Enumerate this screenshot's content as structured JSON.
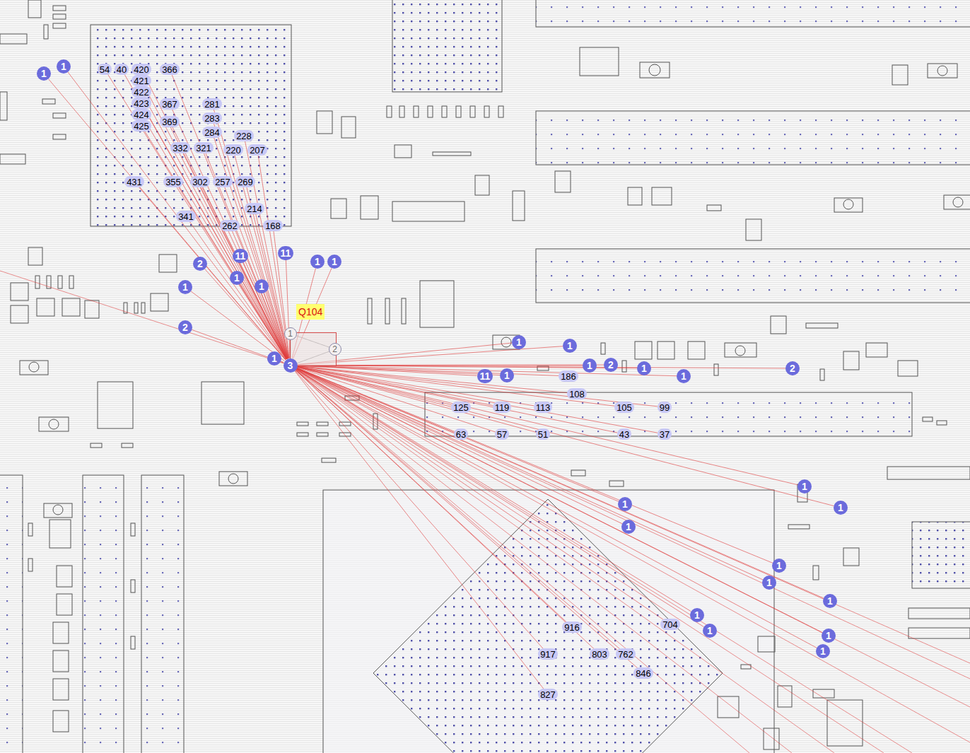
{
  "diagram": {
    "nodes": [
      {
        "text": [
          "Q104"
        ]
      },
      {
        "text": [
          "1"
        ],
        "in": 0
      },
      {
        "text": [
          "2"
        ],
        "in": 0
      },
      {
        "text": [
          "3"
        ],
        "in": 0
      },
      {
        "text": [
          "1"
        ]
      },
      {
        "text": [
          "1"
        ]
      },
      {
        "text": [
          "54"
        ]
      },
      {
        "text": [
          "40"
        ]
      },
      {
        "text": [
          "420"
        ]
      },
      {
        "text": [
          "366"
        ]
      },
      {
        "text": [
          "421"
        ]
      },
      {
        "text": [
          "422"
        ]
      },
      {
        "text": [
          "423"
        ]
      },
      {
        "text": [
          "424"
        ]
      },
      {
        "text": [
          "425"
        ]
      },
      {
        "text": [
          "367"
        ]
      },
      {
        "text": [
          "281"
        ]
      },
      {
        "text": [
          "283"
        ]
      },
      {
        "text": [
          "369"
        ]
      },
      {
        "text": [
          "284"
        ]
      },
      {
        "text": [
          "228"
        ]
      },
      {
        "text": [
          "332"
        ]
      },
      {
        "text": [
          "321"
        ]
      },
      {
        "text": [
          "220"
        ]
      },
      {
        "text": [
          "207"
        ]
      },
      {
        "text": [
          "431"
        ]
      },
      {
        "text": [
          "355"
        ]
      },
      {
        "text": [
          "302"
        ]
      },
      {
        "text": [
          "257"
        ]
      },
      {
        "text": [
          "269"
        ]
      },
      {
        "text": [
          "214"
        ]
      },
      {
        "text": [
          "341"
        ]
      },
      {
        "text": [
          "262"
        ]
      },
      {
        "text": [
          "168"
        ]
      },
      {
        "text": [
          "11"
        ]
      },
      {
        "text": [
          "11"
        ]
      },
      {
        "text": [
          "1"
        ]
      },
      {
        "text": [
          "1"
        ]
      },
      {
        "text": [
          "2"
        ]
      },
      {
        "text": [
          "1"
        ]
      },
      {
        "text": [
          "1"
        ]
      },
      {
        "text": [
          "1"
        ]
      },
      {
        "text": [
          "2"
        ]
      },
      {
        "text": [
          "1"
        ]
      },
      {
        "text": [
          "1"
        ]
      },
      {
        "text": [
          "1"
        ]
      },
      {
        "text": [
          "2"
        ]
      },
      {
        "text": [
          "1"
        ]
      },
      {
        "text": [
          "1"
        ]
      },
      {
        "text": [
          "2"
        ]
      },
      {
        "text": [
          "11"
        ]
      },
      {
        "text": [
          "1"
        ]
      },
      {
        "text": [
          "186"
        ]
      },
      {
        "text": [
          "1"
        ]
      },
      {
        "text": [
          "108"
        ]
      },
      {
        "text": [
          "125"
        ]
      },
      {
        "text": [
          "119"
        ]
      },
      {
        "text": [
          "113"
        ]
      },
      {
        "text": [
          "105"
        ]
      },
      {
        "text": [
          "99"
        ]
      },
      {
        "text": [
          "63"
        ]
      },
      {
        "text": [
          "57"
        ]
      },
      {
        "text": [
          "51"
        ]
      },
      {
        "text": [
          "43"
        ]
      },
      {
        "text": [
          "37"
        ]
      },
      {
        "text": [
          "1"
        ]
      },
      {
        "text": [
          "1"
        ]
      },
      {
        "text": [
          "1"
        ]
      },
      {
        "text": [
          "1"
        ]
      },
      {
        "text": [
          "1"
        ]
      },
      {
        "text": [
          "1"
        ]
      },
      {
        "text": [
          "1"
        ]
      },
      {
        "text": [
          "1"
        ]
      },
      {
        "text": [
          "704"
        ]
      },
      {
        "text": [
          "916"
        ]
      },
      {
        "text": [
          "1"
        ]
      },
      {
        "text": [
          "1"
        ]
      },
      {
        "text": [
          "1"
        ]
      },
      {
        "text": [
          "917"
        ]
      },
      {
        "text": [
          "803"
        ]
      },
      {
        "text": [
          "762"
        ]
      },
      {
        "text": [
          "846"
        ]
      },
      {
        "text": [
          "827"
        ]
      }
    ],
    "edges": [
      {
        "from": 3,
        "to": 4,
        "arrow": "none"
      },
      {
        "from": 3,
        "to": 5,
        "arrow": "none"
      },
      {
        "from": 3,
        "to": 6,
        "arrow": "none"
      },
      {
        "from": 3,
        "to": 7,
        "arrow": "none"
      },
      {
        "from": 3,
        "to": 8,
        "arrow": "none"
      },
      {
        "from": 3,
        "to": 9,
        "arrow": "none"
      },
      {
        "from": 3,
        "to": 10,
        "arrow": "none"
      },
      {
        "from": 3,
        "to": 11,
        "arrow": "none"
      },
      {
        "from": 3,
        "to": 12,
        "arrow": "none"
      },
      {
        "from": 3,
        "to": 13,
        "arrow": "none"
      },
      {
        "from": 3,
        "to": 14,
        "arrow": "none"
      },
      {
        "from": 3,
        "to": 15,
        "arrow": "none"
      },
      {
        "from": 3,
        "to": 16,
        "arrow": "none"
      },
      {
        "from": 3,
        "to": 17,
        "arrow": "none"
      },
      {
        "from": 3,
        "to": 18,
        "arrow": "none"
      },
      {
        "from": 3,
        "to": 19,
        "arrow": "none"
      },
      {
        "from": 3,
        "to": 20,
        "arrow": "none"
      },
      {
        "from": 3,
        "to": 21,
        "arrow": "none"
      },
      {
        "from": 3,
        "to": 22,
        "arrow": "none"
      },
      {
        "from": 3,
        "to": 23,
        "arrow": "none"
      },
      {
        "from": 3,
        "to": 24,
        "arrow": "none"
      },
      {
        "from": 3,
        "to": 25,
        "arrow": "none"
      },
      {
        "from": 3,
        "to": 26,
        "arrow": "none"
      },
      {
        "from": 3,
        "to": 27,
        "arrow": "none"
      },
      {
        "from": 3,
        "to": 28,
        "arrow": "none"
      },
      {
        "from": 3,
        "to": 29,
        "arrow": "none"
      },
      {
        "from": 3,
        "to": 30,
        "arrow": "none"
      },
      {
        "from": 3,
        "to": 31,
        "arrow": "none"
      },
      {
        "from": 3,
        "to": 32,
        "arrow": "none"
      },
      {
        "from": 3,
        "to": 33,
        "arrow": "none"
      },
      {
        "from": 3,
        "to": 34,
        "arrow": "none"
      },
      {
        "from": 3,
        "to": 35,
        "arrow": "none"
      },
      {
        "from": 3,
        "to": 36,
        "arrow": "none"
      },
      {
        "from": 3,
        "to": 37,
        "arrow": "none"
      },
      {
        "from": 3,
        "to": 38,
        "arrow": "none"
      },
      {
        "from": 3,
        "to": 39,
        "arrow": "none"
      },
      {
        "from": 3,
        "to": 40,
        "arrow": "none"
      },
      {
        "from": 3,
        "to": 41,
        "arrow": "none"
      },
      {
        "from": 3,
        "to": 42,
        "arrow": "none"
      },
      {
        "from": 3,
        "to": 43,
        "arrow": "none"
      },
      {
        "from": 3,
        "to": 44,
        "arrow": "none"
      },
      {
        "from": 3,
        "to": 45,
        "arrow": "none"
      },
      {
        "from": 3,
        "to": 46,
        "arrow": "none"
      },
      {
        "from": 3,
        "to": 47,
        "arrow": "none"
      },
      {
        "from": 3,
        "to": 48,
        "arrow": "none"
      },
      {
        "from": 3,
        "to": 49,
        "arrow": "none"
      },
      {
        "from": 3,
        "to": 50,
        "arrow": "none"
      },
      {
        "from": 3,
        "to": 51,
        "arrow": "none"
      },
      {
        "from": 3,
        "to": 52,
        "arrow": "none"
      },
      {
        "from": 3,
        "to": 53,
        "arrow": "none"
      },
      {
        "from": 3,
        "to": 54,
        "arrow": "none"
      },
      {
        "from": 3,
        "to": 55,
        "arrow": "none"
      },
      {
        "from": 3,
        "to": 56,
        "arrow": "none"
      },
      {
        "from": 3,
        "to": 57,
        "arrow": "none"
      },
      {
        "from": 3,
        "to": 58,
        "arrow": "none"
      },
      {
        "from": 3,
        "to": 59,
        "arrow": "none"
      },
      {
        "from": 3,
        "to": 60,
        "arrow": "none"
      },
      {
        "from": 3,
        "to": 61,
        "arrow": "none"
      },
      {
        "from": 3,
        "to": 62,
        "arrow": "none"
      },
      {
        "from": 3,
        "to": 63,
        "arrow": "none"
      },
      {
        "from": 3,
        "to": 64,
        "arrow": "none"
      },
      {
        "from": 3,
        "to": 65,
        "arrow": "none"
      },
      {
        "from": 3,
        "to": 66,
        "arrow": "none"
      },
      {
        "from": 3,
        "to": 67,
        "arrow": "none"
      },
      {
        "from": 3,
        "to": 68,
        "arrow": "none"
      },
      {
        "from": 3,
        "to": 69,
        "arrow": "none"
      },
      {
        "from": 3,
        "to": 70,
        "arrow": "none"
      },
      {
        "from": 3,
        "to": 71,
        "arrow": "none"
      },
      {
        "from": 3,
        "to": 72,
        "arrow": "none"
      },
      {
        "from": 3,
        "to": 73,
        "arrow": "none"
      },
      {
        "from": 3,
        "to": 74,
        "arrow": "none"
      },
      {
        "from": 3,
        "to": 75,
        "arrow": "none"
      },
      {
        "from": 3,
        "to": 76,
        "arrow": "none"
      },
      {
        "from": 3,
        "to": 77,
        "arrow": "none"
      },
      {
        "from": 3,
        "to": 78,
        "arrow": "none"
      },
      {
        "from": 3,
        "to": 79,
        "arrow": "none"
      },
      {
        "from": 3,
        "to": 80,
        "arrow": "none"
      },
      {
        "from": 3,
        "to": 81,
        "arrow": "none"
      },
      {
        "from": 3,
        "to": 82,
        "arrow": "none"
      }
    ]
  }
}
